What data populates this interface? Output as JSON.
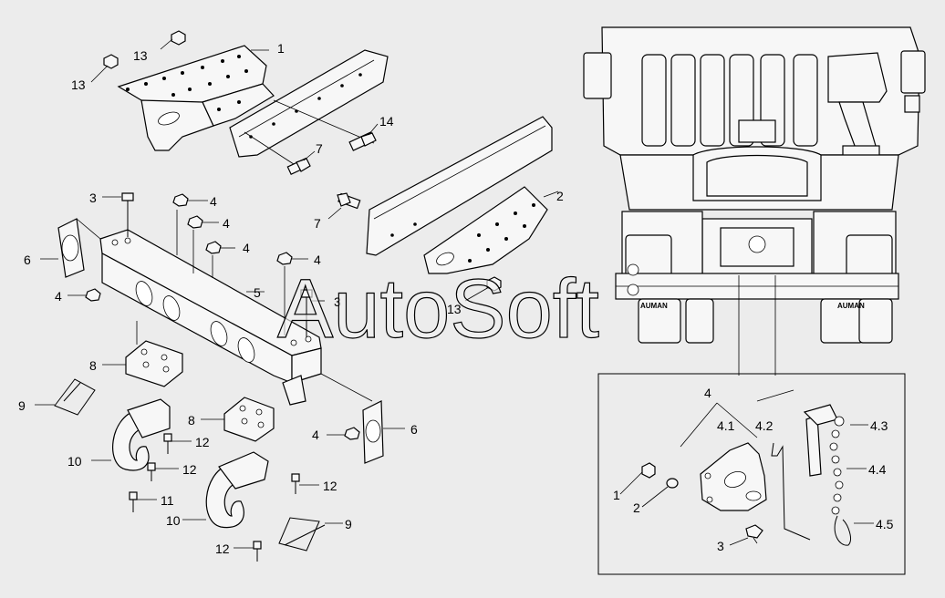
{
  "watermark": "AutoSoft",
  "truck": {
    "badge_left": "AUMAN",
    "badge_right": "AUMAN"
  },
  "callouts": [
    {
      "id": "c-13a",
      "text": "13"
    },
    {
      "id": "c-13b",
      "text": "13"
    },
    {
      "id": "c-1",
      "text": "1"
    },
    {
      "id": "c-14",
      "text": "14"
    },
    {
      "id": "c-7a",
      "text": "7"
    },
    {
      "id": "c-2",
      "text": "2"
    },
    {
      "id": "c-7b",
      "text": "7"
    },
    {
      "id": "c-13c",
      "text": "13"
    },
    {
      "id": "c-3a",
      "text": "3"
    },
    {
      "id": "c-4a",
      "text": "4"
    },
    {
      "id": "c-4b",
      "text": "4"
    },
    {
      "id": "c-4c",
      "text": "4"
    },
    {
      "id": "c-6a",
      "text": "6"
    },
    {
      "id": "c-4d",
      "text": "4"
    },
    {
      "id": "c-5",
      "text": "5"
    },
    {
      "id": "c-4e",
      "text": "4"
    },
    {
      "id": "c-3b",
      "text": "3"
    },
    {
      "id": "c-8a",
      "text": "8"
    },
    {
      "id": "c-9a",
      "text": "9"
    },
    {
      "id": "c-10a",
      "text": "10"
    },
    {
      "id": "c-12a",
      "text": "12"
    },
    {
      "id": "c-12b",
      "text": "12"
    },
    {
      "id": "c-11",
      "text": "11"
    },
    {
      "id": "c-8b",
      "text": "8"
    },
    {
      "id": "c-4f",
      "text": "4"
    },
    {
      "id": "c-6b",
      "text": "6"
    },
    {
      "id": "c-12c",
      "text": "12"
    },
    {
      "id": "c-10b",
      "text": "10"
    },
    {
      "id": "c-9b",
      "text": "9"
    },
    {
      "id": "c-12d",
      "text": "12"
    }
  ],
  "detail": {
    "callouts": [
      {
        "id": "d-4",
        "text": "4"
      },
      {
        "id": "d-4-1",
        "text": "4.1"
      },
      {
        "id": "d-4-2",
        "text": "4.2"
      },
      {
        "id": "d-4-3",
        "text": "4.3"
      },
      {
        "id": "d-4-4",
        "text": "4.4"
      },
      {
        "id": "d-4-5",
        "text": "4.5"
      },
      {
        "id": "d-1",
        "text": "1"
      },
      {
        "id": "d-2",
        "text": "2"
      },
      {
        "id": "d-3",
        "text": "3"
      }
    ]
  }
}
